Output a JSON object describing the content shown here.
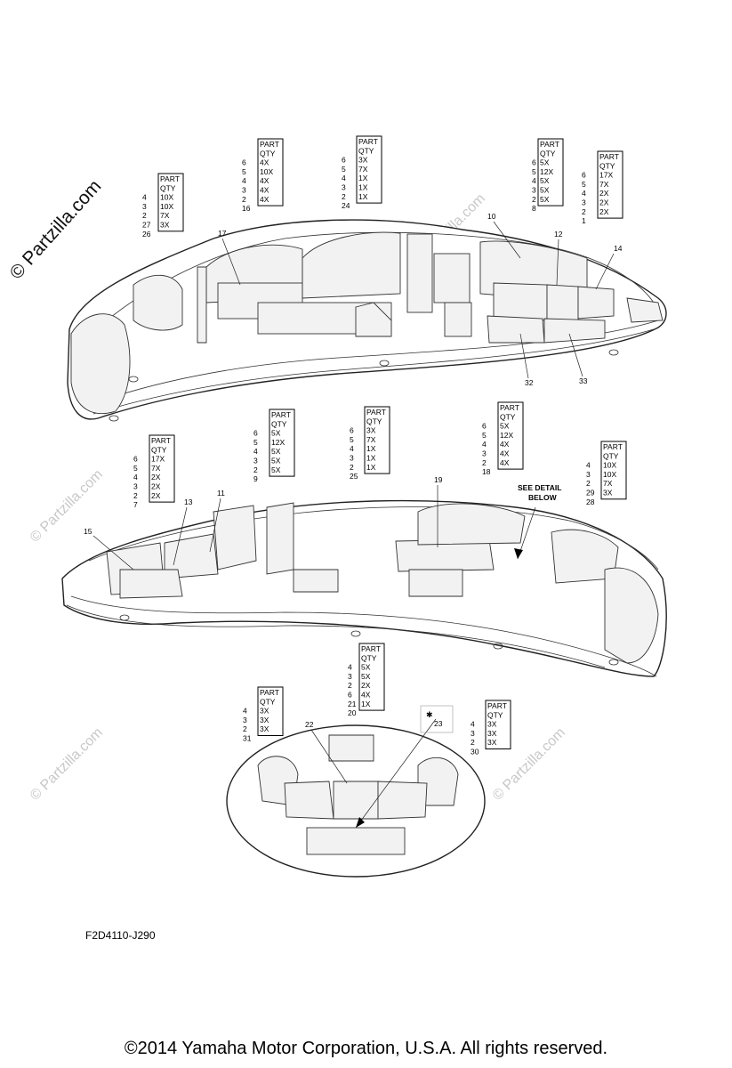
{
  "watermark": {
    "main": "© Partzilla.com",
    "faint": "© Partzilla.com"
  },
  "diagram_code": "F2D4110-J290",
  "copyright": "©2014  Yamaha Motor Corporation, U.S.A. All rights reserved.",
  "see_detail": [
    "SEE DETAIL",
    "BELOW"
  ],
  "qty_header": [
    "PART",
    "QTY"
  ],
  "tables": [
    {
      "id": "t26",
      "parts": [
        "4",
        "3",
        "2",
        "27",
        "26"
      ],
      "qty": [
        "10X",
        "10X",
        "7X",
        "3X"
      ]
    },
    {
      "id": "t16",
      "parts": [
        "6",
        "5",
        "4",
        "3",
        "2",
        "16"
      ],
      "qty": [
        "4X",
        "10X",
        "4X",
        "4X",
        "4X"
      ]
    },
    {
      "id": "t24",
      "parts": [
        "6",
        "5",
        "4",
        "3",
        "2",
        "24"
      ],
      "qty": [
        "3X",
        "7X",
        "1X",
        "1X",
        "1X"
      ]
    },
    {
      "id": "t8",
      "parts": [
        "6",
        "5",
        "4",
        "3",
        "2",
        "8"
      ],
      "qty": [
        "5X",
        "12X",
        "5X",
        "5X",
        "5X"
      ]
    },
    {
      "id": "t1",
      "parts": [
        "6",
        "5",
        "4",
        "3",
        "2",
        "1"
      ],
      "qty": [
        "17X",
        "7X",
        "2X",
        "2X",
        "2X"
      ]
    },
    {
      "id": "t7",
      "parts": [
        "6",
        "5",
        "4",
        "3",
        "2",
        "7"
      ],
      "qty": [
        "17X",
        "7X",
        "2X",
        "2X",
        "2X"
      ]
    },
    {
      "id": "t9",
      "parts": [
        "6",
        "5",
        "4",
        "3",
        "2",
        "9"
      ],
      "qty": [
        "5X",
        "12X",
        "5X",
        "5X",
        "5X"
      ]
    },
    {
      "id": "t25",
      "parts": [
        "6",
        "5",
        "4",
        "3",
        "2",
        "25"
      ],
      "qty": [
        "3X",
        "7X",
        "1X",
        "1X",
        "1X"
      ]
    },
    {
      "id": "t18",
      "parts": [
        "6",
        "5",
        "4",
        "3",
        "2",
        "18"
      ],
      "qty": [
        "5X",
        "12X",
        "4X",
        "4X",
        "4X"
      ]
    },
    {
      "id": "t28",
      "parts": [
        "4",
        "3",
        "2",
        "29",
        "28"
      ],
      "qty": [
        "10X",
        "10X",
        "7X",
        "3X"
      ]
    },
    {
      "id": "t20",
      "parts": [
        "4",
        "3",
        "2",
        "6",
        "21",
        "20"
      ],
      "qty": [
        "5X",
        "5X",
        "2X",
        "4X",
        "1X"
      ]
    },
    {
      "id": "t31",
      "parts": [
        "4",
        "3",
        "2",
        "31"
      ],
      "qty": [
        "3X",
        "3X",
        "3X"
      ]
    },
    {
      "id": "t30",
      "parts": [
        "4",
        "3",
        "2",
        "30"
      ],
      "qty": [
        "3X",
        "3X",
        "3X"
      ]
    }
  ],
  "callouts": [
    "10",
    "12",
    "14",
    "17",
    "32",
    "33",
    "11",
    "13",
    "15",
    "19",
    "22",
    "23"
  ]
}
